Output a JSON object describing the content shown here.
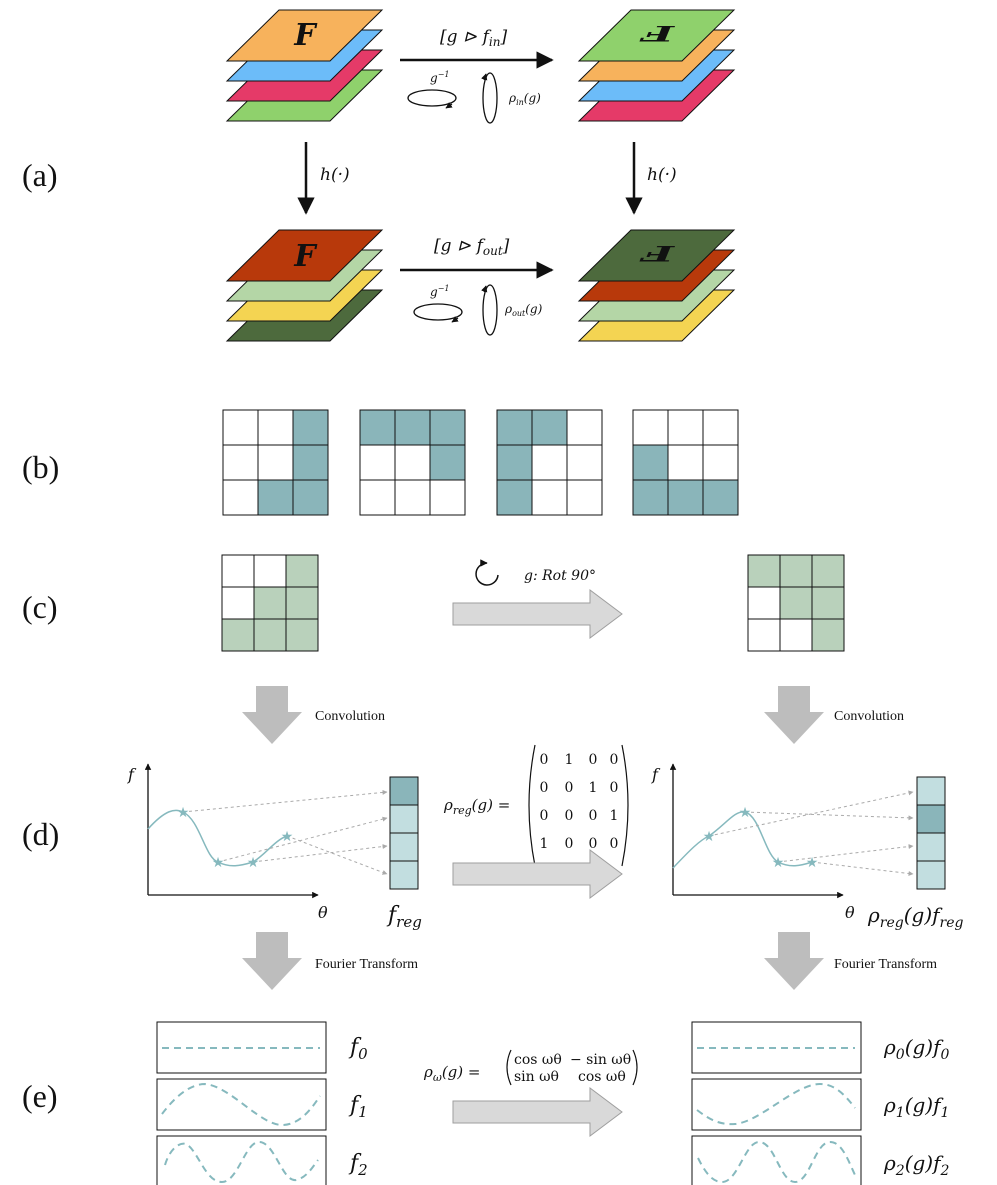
{
  "colors": {
    "orange": "#f7b25c",
    "blue": "#6cbcf9",
    "pink": "#e53a68",
    "green": "#8fd16c",
    "red_brown": "#b8390b",
    "light_green": "#b4d6a6",
    "yellow": "#f4d452",
    "dark_green": "#4d6a3d",
    "teal_cell": "#8ab5ba",
    "sage_cell": "#b9d1bb",
    "light_teal": "#c2dee0",
    "curve": "#86b9be",
    "arrow_gray": "#d9d9d9",
    "down_arrow": "#bdbdbd"
  },
  "panels": {
    "a": "(a)",
    "b": "(b)",
    "c": "(c)",
    "d": "(d)",
    "e": "(e)"
  },
  "a": {
    "letter": "F",
    "top_arrow": "[g ⊳ f",
    "top_arrow_sub": "in",
    "bottom_arrow": "[g ⊳ f",
    "bottom_arrow_sub": "out",
    "ginv": "g",
    "ginv_sup": "−1",
    "rho_in": "ρ",
    "rho_in_sub": "in",
    "rho_in_arg": "(g)",
    "rho_out": "ρ",
    "rho_out_sub": "out",
    "rho_out_arg": "(g)",
    "h": "h(·)"
  },
  "c": {
    "rot_label": "g: Rot 90°"
  },
  "arrows": {
    "convolution": "Convolution",
    "fourier": "Fourier Transform"
  },
  "d": {
    "f_axis": "f",
    "theta_axis": "θ",
    "f_reg": "f",
    "f_reg_sub": "reg",
    "rho_reg_lhs": "ρ",
    "rho_reg_sub": "reg",
    "rho_reg_arg": "(g) =",
    "matrix": [
      [
        "0",
        "1",
        "0",
        "0"
      ],
      [
        "0",
        "0",
        "1",
        "0"
      ],
      [
        "0",
        "0",
        "0",
        "1"
      ],
      [
        "1",
        "0",
        "0",
        "0"
      ]
    ],
    "rho_reg_f": "ρ",
    "rho_reg_f_mid": "(g)f"
  },
  "e": {
    "f0": "f",
    "f1": "f",
    "f2": "f",
    "sub0": "0",
    "sub1": "1",
    "sub2": "2",
    "rho_omega": "ρ",
    "rho_omega_sub": "ω",
    "rho_omega_arg": "(g) =",
    "m11": "cos ωθ",
    "m12": "− sin ωθ",
    "m21": "sin ωθ",
    "m22": "cos ωθ",
    "r_rho": "ρ",
    "r_mid": "(g)f"
  }
}
